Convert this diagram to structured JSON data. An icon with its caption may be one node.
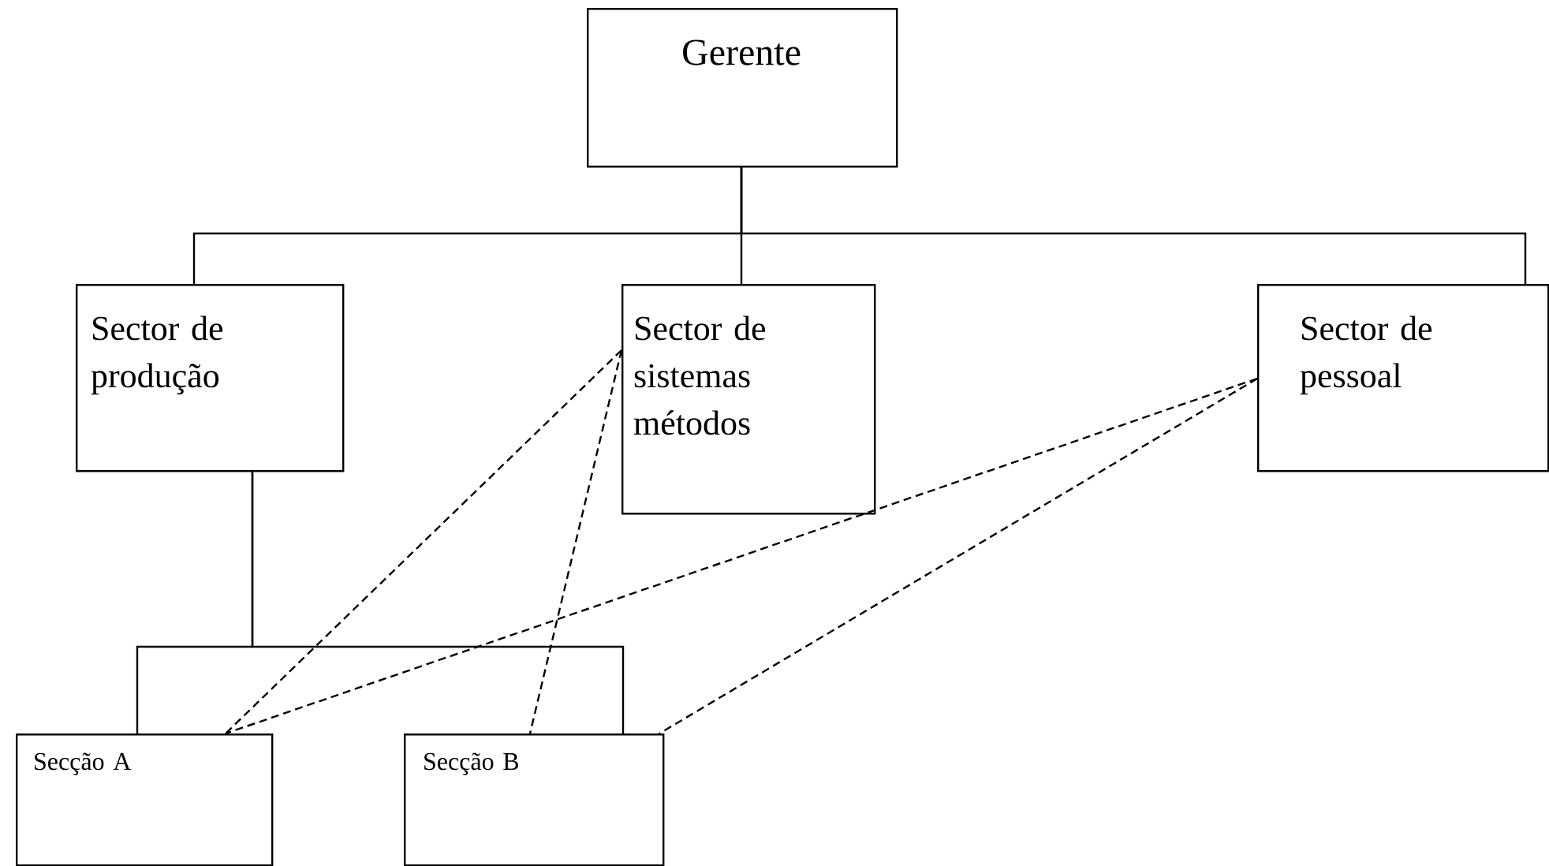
{
  "diagram": {
    "nodes": [
      {
        "text": [
          "Gerente"
        ]
      },
      {
        "text": [
          "Sector de produção"
        ]
      },
      {
        "text": [
          "Sector de sistemas métodos"
        ]
      },
      {
        "text": [
          "Sector de pessoal"
        ]
      },
      {
        "text": [
          "Secção A"
        ]
      },
      {
        "text": [
          "Secção B"
        ]
      }
    ],
    "edges": [
      {
        "from": 0,
        "to": 1,
        "arrow": "none"
      },
      {
        "from": 0,
        "to": 2,
        "arrow": "none"
      },
      {
        "from": 0,
        "to": 3,
        "arrow": "none"
      },
      {
        "from": 1,
        "to": 4,
        "arrow": "none"
      },
      {
        "from": 1,
        "to": 5,
        "arrow": "none"
      },
      {
        "from": 2,
        "to": 4,
        "arrow": "none",
        "style": "dashed"
      },
      {
        "from": 2,
        "to": 5,
        "arrow": "none",
        "style": "dashed"
      },
      {
        "from": 3,
        "to": 4,
        "arrow": "none",
        "style": "dashed"
      },
      {
        "from": 3,
        "to": 5,
        "arrow": "none",
        "style": "dashed"
      }
    ]
  }
}
